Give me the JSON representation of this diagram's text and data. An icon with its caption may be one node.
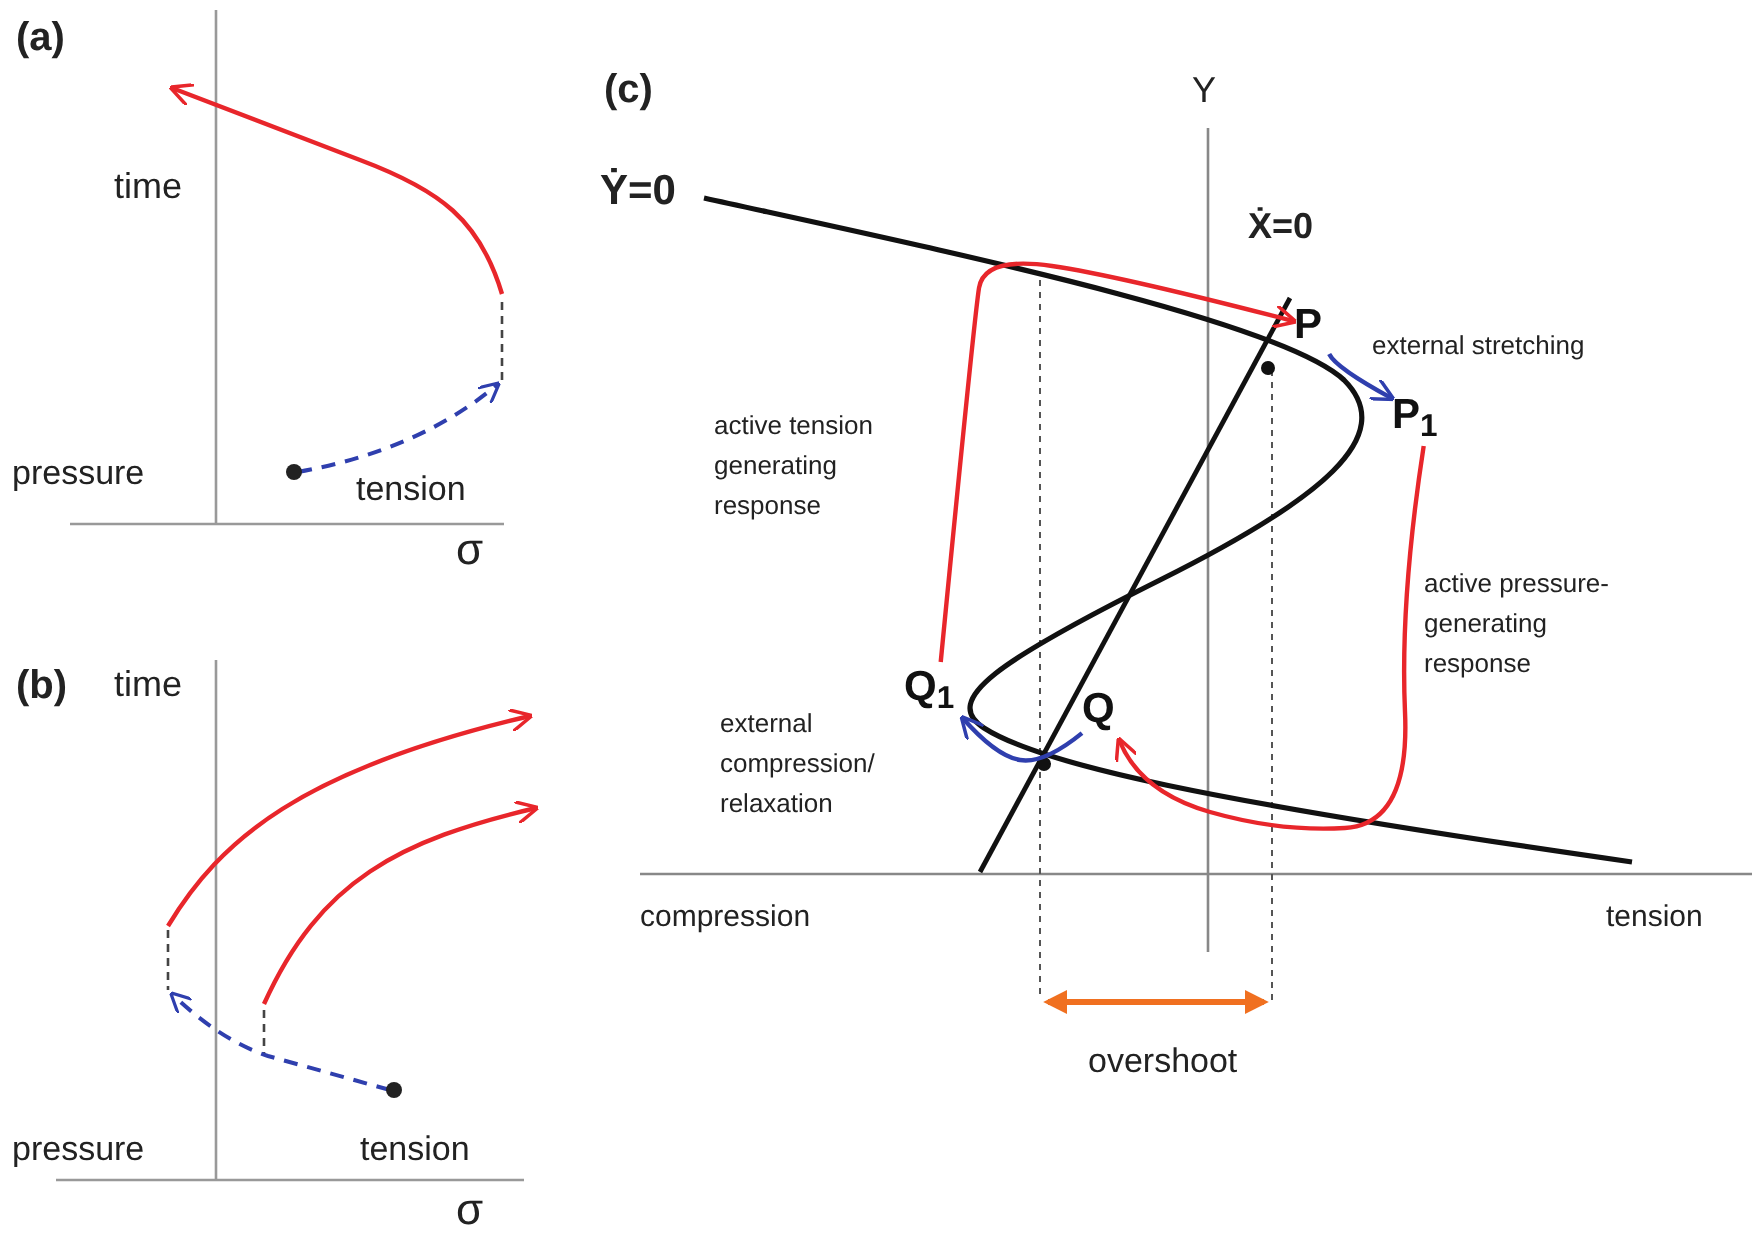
{
  "diagram": {
    "nodes": [
      {
        "text": [
          "P"
        ]
      },
      {
        "text": [
          "P$_{1}$"
        ]
      },
      {
        "text": [
          "Q"
        ]
      },
      {
        "text": [
          "Q$_{1}$"
        ]
      }
    ],
    "edges": [
      {
        "from": 0,
        "to": 1,
        "arrow": "to",
        "color": "#2f3fae"
      },
      {
        "from": 2,
        "to": 3,
        "arrow": "to",
        "color": "#2f3fae"
      },
      {
        "from": 3,
        "to": 0,
        "arrow": "to",
        "color": "#e8262b"
      },
      {
        "from": 1,
        "to": 2,
        "arrow": "to",
        "color": "#e8262b"
      }
    ],
    "labels": [
      "(a)",
      "time",
      "pressure",
      "tension",
      "σ",
      "(b)",
      "time",
      "pressure",
      "tension",
      "σ",
      "(c)",
      "Y",
      "Ẏ=0",
      "Ẋ=0",
      "external stretching",
      "active tension generating response",
      "active pressure-generating response",
      "external compression/ relaxation",
      "compression",
      "tension",
      "overshoot"
    ]
  }
}
